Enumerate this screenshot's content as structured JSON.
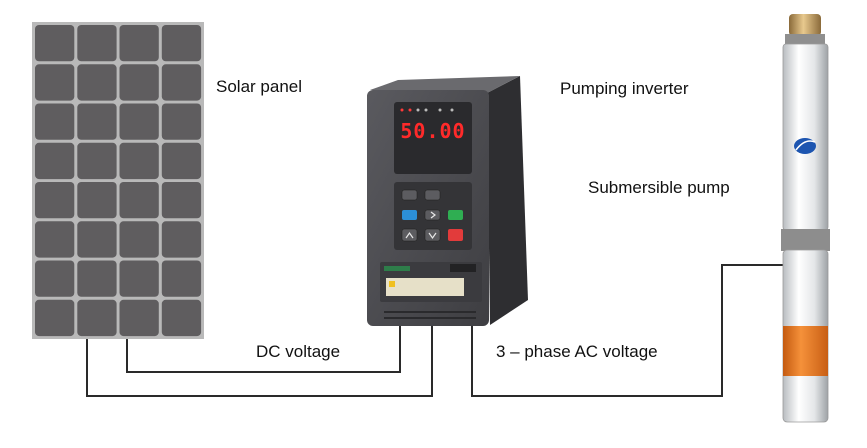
{
  "labels": {
    "solar_panel": "Solar panel",
    "pumping_inverter": "Pumping inverter",
    "submersible_pump": "Submersible pump",
    "dc_voltage": "DC voltage",
    "ac_voltage": "3 – phase AC voltage"
  },
  "inverter": {
    "display_value": "50.00"
  },
  "colors": {
    "wire": "#2a2a2a",
    "panel_cell": "#5f5d5f",
    "panel_frame": "#b9b9b9",
    "inverter_body": "#4a4a4e",
    "display_digits": "#ff2a2a",
    "pump_band": "#e8741e",
    "pump_cap": "#c9a46a"
  }
}
